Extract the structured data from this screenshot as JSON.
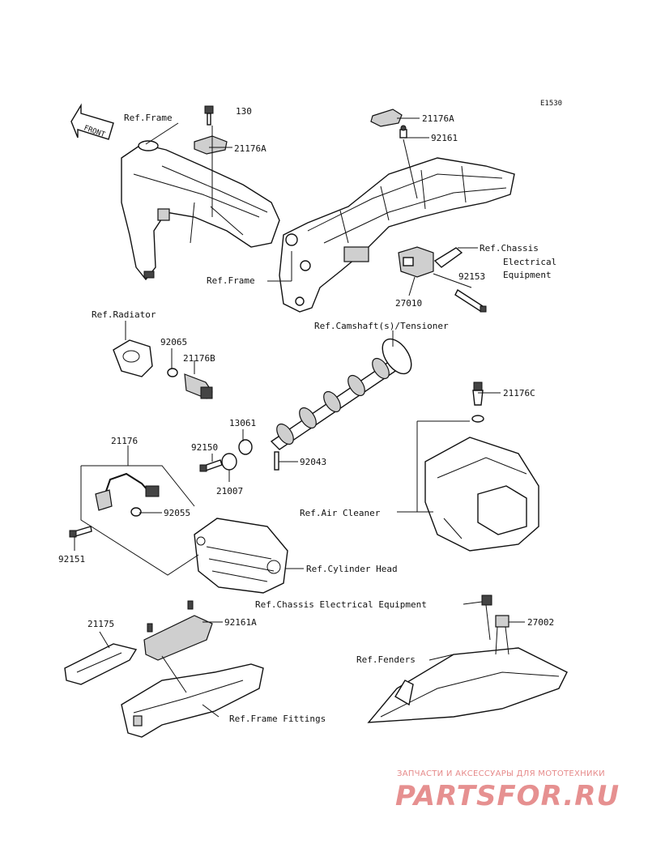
{
  "diagram_code": "E1530",
  "front_label": "FRONT",
  "labels": {
    "ref_frame_top": "Ref.Frame",
    "p130": "130",
    "p21176a_1": "21176A",
    "p21176a_2": "21176A",
    "p92161": "92161",
    "ref_chassis_1": "Ref.Chassis",
    "ref_chassis_2": "Electrical",
    "ref_chassis_3": "Equipment",
    "ref_frame_mid": "Ref.Frame",
    "p92153": "92153",
    "p27010": "27010",
    "ref_radiator": "Ref.Radiator",
    "ref_camshaft": "Ref.Camshaft(s)/Tensioner",
    "p92065": "92065",
    "p21176b": "21176B",
    "p21176c": "21176C",
    "p13061": "13061",
    "p21176": "21176",
    "p92150": "92150",
    "p92043": "92043",
    "p21007": "21007",
    "p92055": "92055",
    "ref_air_cleaner": "Ref.Air Cleaner",
    "p92151": "92151",
    "ref_cylinder_head": "Ref.Cylinder Head",
    "ref_chassis_long": "Ref.Chassis Electrical Equipment",
    "p27002": "27002",
    "p21175": "21175",
    "p92161a": "92161A",
    "ref_fenders": "Ref.Fenders",
    "ref_frame_fittings": "Ref.Frame Fittings"
  },
  "watermark": {
    "tagline": "ЗАПЧАСТИ И АКСЕССУАРЫ ДЛЯ МОТОТЕХНИКИ",
    "logo": "PARTSFOR.RU",
    "color": "#e69090"
  }
}
